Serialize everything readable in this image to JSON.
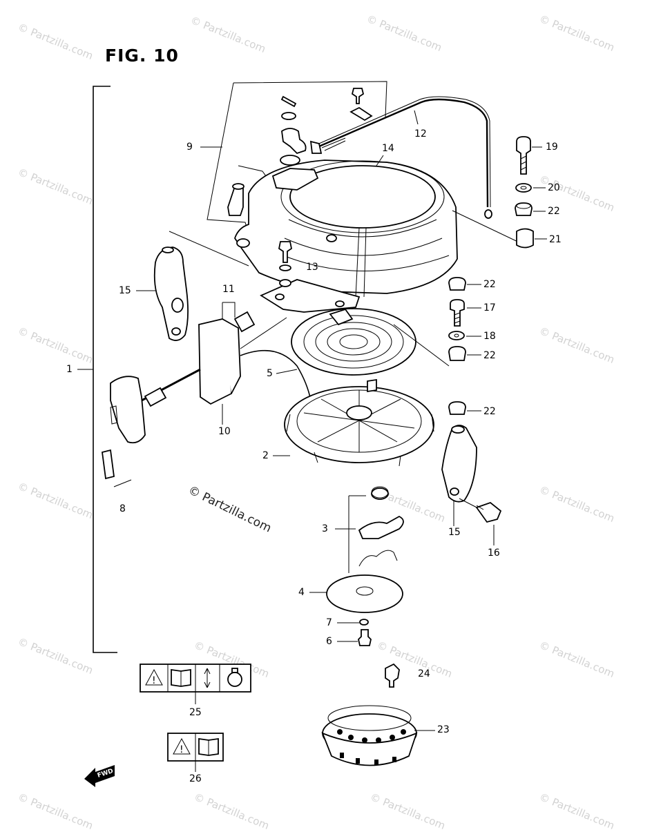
{
  "figure": {
    "title": "FIG. 10"
  },
  "watermark": {
    "text": "© Partzilla.com",
    "center_text": "© Partzilla.com"
  },
  "callouts": {
    "c1": "1",
    "c2": "2",
    "c3": "3",
    "c4": "4",
    "c5": "5",
    "c6": "6",
    "c7": "7",
    "c8": "8",
    "c9": "9",
    "c10": "10",
    "c11": "11",
    "c12": "12",
    "c13": "13",
    "c14": "14",
    "c15a": "15",
    "c15b": "15",
    "c16": "16",
    "c17": "17",
    "c18": "18",
    "c19": "19",
    "c20": "20",
    "c21": "21",
    "c22a": "22",
    "c22b": "22",
    "c22c": "22",
    "c22d": "22",
    "c23": "23",
    "c24": "24",
    "c25": "25",
    "c26": "26"
  },
  "fwd_marker": {
    "text": "FWD"
  }
}
